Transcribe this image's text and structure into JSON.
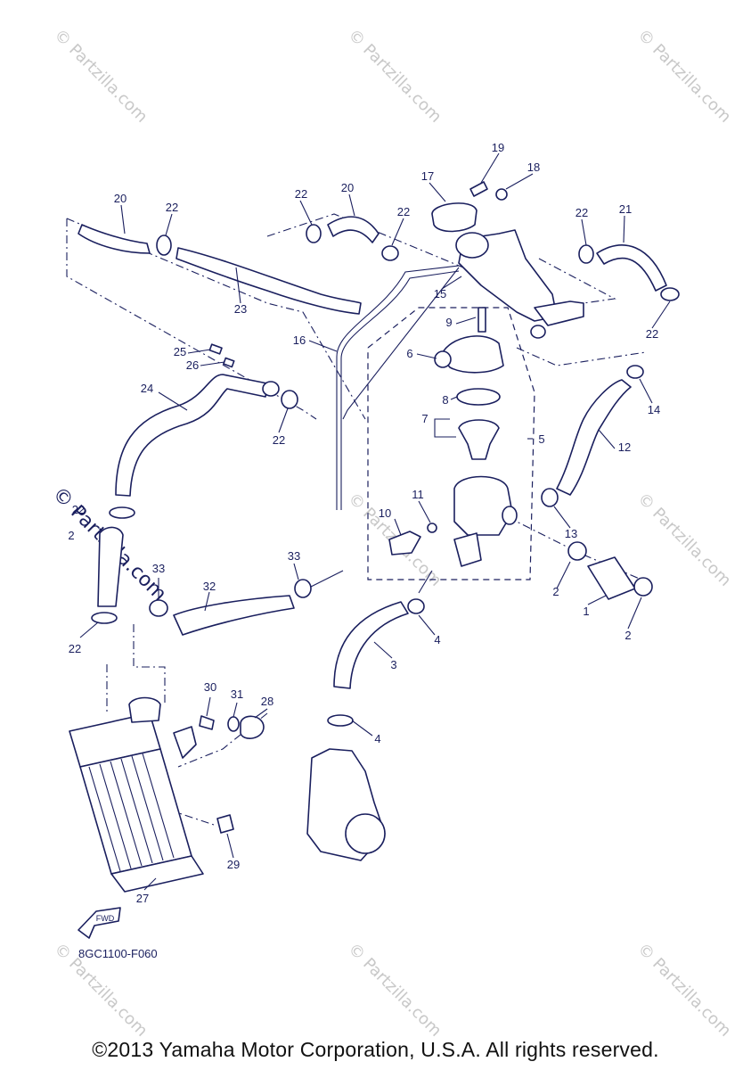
{
  "diagram": {
    "diagram_code": "8GC1100-F060",
    "copyright": "©2013 Yamaha Motor Corporation, U.S.A. All rights reserved.",
    "watermark": "© Partzilla.com",
    "fwd_label": "FWD",
    "callouts": {
      "c1": "1",
      "c2a": "2",
      "c2b": "2",
      "c2c": "2",
      "c3": "3",
      "c4a": "4",
      "c4b": "4",
      "c5": "5",
      "c6": "6",
      "c7": "7",
      "c8": "8",
      "c9": "9",
      "c10": "10",
      "c11": "11",
      "c12": "12",
      "c13": "13",
      "c14": "14",
      "c15": "15",
      "c16": "16",
      "c17": "17",
      "c18": "18",
      "c19": "19",
      "c20a": "20",
      "c20b": "20",
      "c21": "21",
      "c22a": "22",
      "c22b": "22",
      "c22c": "22",
      "c22d": "22",
      "c22e": "22",
      "c22f": "22",
      "c22g": "22",
      "c23": "23",
      "c24": "24",
      "c25": "25",
      "c26": "26",
      "c27": "27",
      "c28": "28",
      "c29": "29",
      "c30": "30",
      "c31": "31",
      "c32": "32",
      "c33a": "33",
      "c33b": "33"
    },
    "colors": {
      "ink": "#1a1f5e",
      "watermark": "#c8c8c8"
    }
  }
}
